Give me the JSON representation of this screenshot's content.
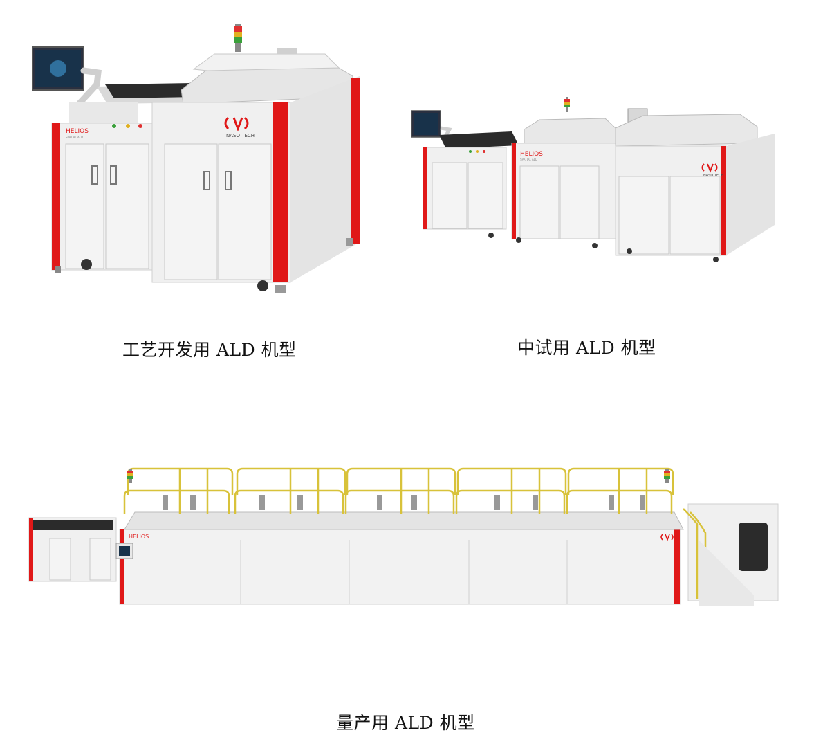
{
  "figures": [
    {
      "id": "process-dev",
      "caption": "工艺开发用 ALD 机型",
      "logo_text": "NASO TECH",
      "brand_text": "HELIOS",
      "brand_sub": "SPATIAL ALD"
    },
    {
      "id": "pilot",
      "caption": "中试用 ALD 机型",
      "logo_text": "NASO TECH",
      "brand_text": "HELIOS",
      "brand_sub": "SPATIAL ALD"
    },
    {
      "id": "mass-production",
      "caption": "量产用 ALD 机型",
      "brand_text": "HELIOS"
    }
  ],
  "colors": {
    "accent_red": "#e01818",
    "panel": "#ececec",
    "panel_dark": "#d4d4d4",
    "rail_yellow": "#d8c23a",
    "screen": "#1b2230"
  }
}
